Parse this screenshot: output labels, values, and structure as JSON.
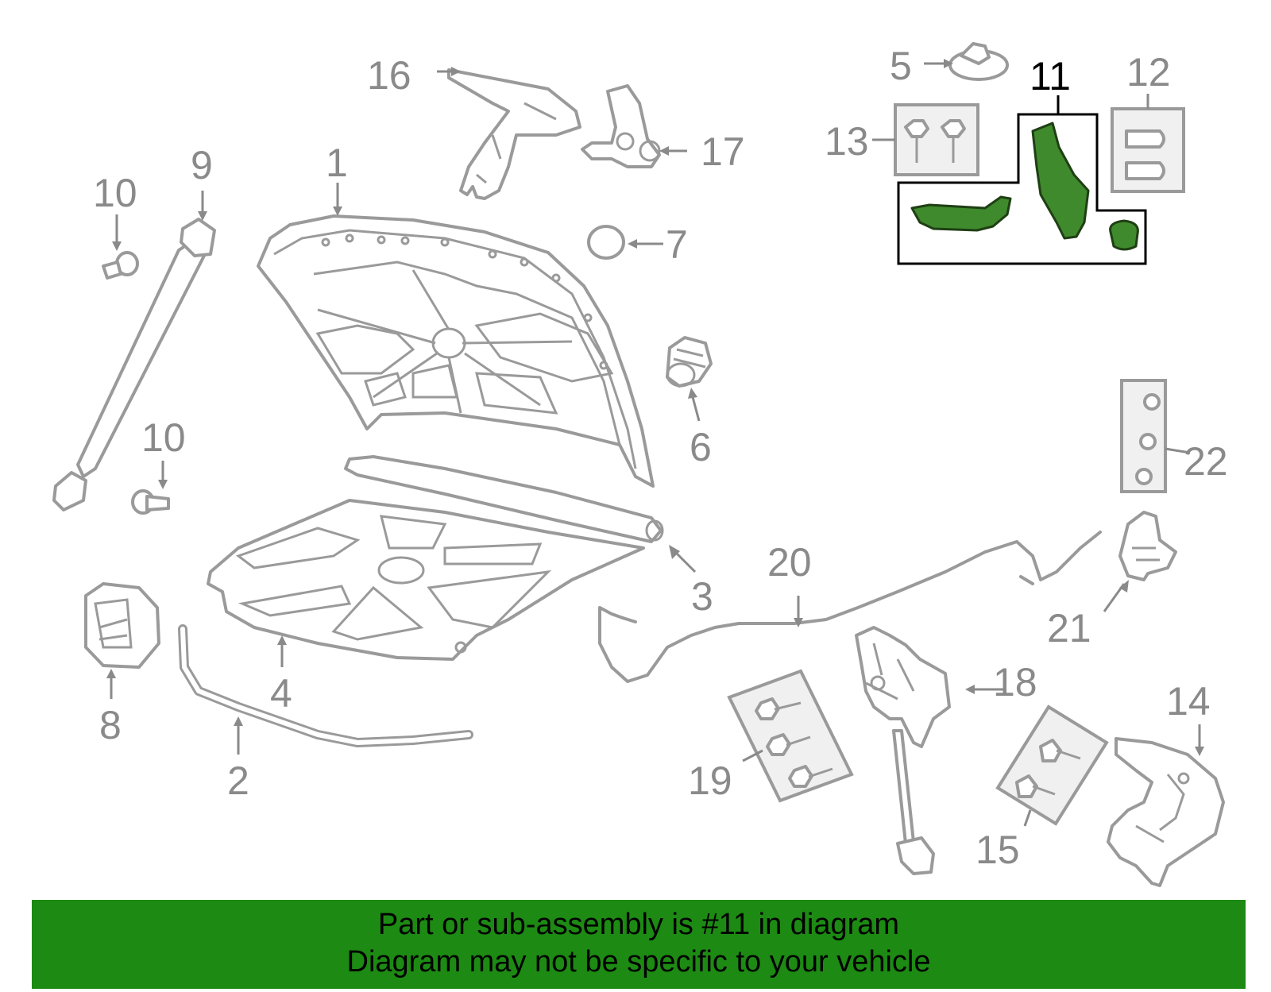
{
  "diagram": {
    "highlight_color": "#3f8a2c",
    "callouts": [
      {
        "id": "1",
        "label": "1"
      },
      {
        "id": "2",
        "label": "2"
      },
      {
        "id": "3",
        "label": "3"
      },
      {
        "id": "4",
        "label": "4"
      },
      {
        "id": "5",
        "label": "5"
      },
      {
        "id": "6",
        "label": "6"
      },
      {
        "id": "7",
        "label": "7"
      },
      {
        "id": "8",
        "label": "8"
      },
      {
        "id": "9",
        "label": "9"
      },
      {
        "id": "10a",
        "label": "10"
      },
      {
        "id": "10b",
        "label": "10"
      },
      {
        "id": "11",
        "label": "11",
        "highlighted": true
      },
      {
        "id": "12",
        "label": "12"
      },
      {
        "id": "13",
        "label": "13"
      },
      {
        "id": "14",
        "label": "14"
      },
      {
        "id": "15",
        "label": "15"
      },
      {
        "id": "16",
        "label": "16"
      },
      {
        "id": "17",
        "label": "17"
      },
      {
        "id": "18",
        "label": "18"
      },
      {
        "id": "19",
        "label": "19"
      },
      {
        "id": "20",
        "label": "20"
      },
      {
        "id": "21",
        "label": "21"
      },
      {
        "id": "22",
        "label": "22"
      }
    ]
  },
  "banner": {
    "background": "#1d8a13",
    "line1": "Part or sub-assembly is #11 in diagram",
    "line2": "Diagram may not be specific to your vehicle"
  }
}
